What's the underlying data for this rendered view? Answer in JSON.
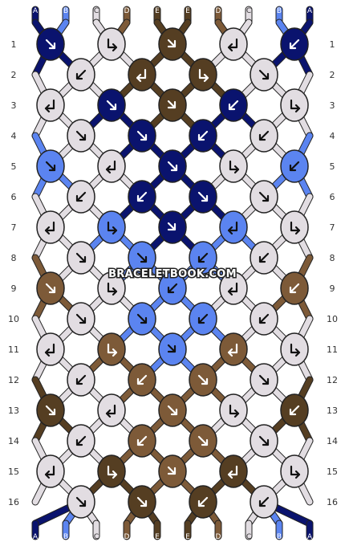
{
  "watermark": "BRACELETBOOK.COM",
  "colors": {
    "A": "#0a136e",
    "B": "#5b84f0",
    "C": "#e2dde2",
    "D": "#7d5a38",
    "E": "#553e22"
  },
  "strands_top": [
    "A",
    "B",
    "C",
    "D",
    "E",
    "E",
    "D",
    "C",
    "B",
    "A"
  ],
  "strands_bottom": [
    "A",
    "B",
    "C",
    "D",
    "E",
    "E",
    "D",
    "C",
    "B",
    "A"
  ],
  "row_labels": [
    "1",
    "2",
    "3",
    "4",
    "5",
    "6",
    "7",
    "8",
    "9",
    "10",
    "11",
    "12",
    "13",
    "14",
    "15",
    "16"
  ],
  "rows": [
    [
      {
        "c": "A",
        "d": "R"
      },
      {
        "c": "C",
        "d": "BR"
      },
      {
        "c": "E",
        "d": "RL"
      },
      {
        "c": "C",
        "d": "BL"
      },
      {
        "c": "A",
        "d": "L"
      }
    ],
    [
      {
        "c": "C",
        "d": "L"
      },
      {
        "c": "E",
        "d": "BL"
      },
      {
        "c": "E",
        "d": "BR"
      },
      {
        "c": "C",
        "d": "R"
      }
    ],
    [
      {
        "c": "C",
        "d": "BL"
      },
      {
        "c": "A",
        "d": "R"
      },
      {
        "c": "E",
        "d": "RL"
      },
      {
        "c": "A",
        "d": "L"
      },
      {
        "c": "C",
        "d": "BR"
      }
    ],
    [
      {
        "c": "C",
        "d": "R"
      },
      {
        "c": "A",
        "d": "R"
      },
      {
        "c": "A",
        "d": "L"
      },
      {
        "c": "C",
        "d": "L"
      }
    ],
    [
      {
        "c": "B",
        "d": "R"
      },
      {
        "c": "C",
        "d": "BL"
      },
      {
        "c": "A",
        "d": "R"
      },
      {
        "c": "C",
        "d": "BR"
      },
      {
        "c": "B",
        "d": "L"
      }
    ],
    [
      {
        "c": "C",
        "d": "L"
      },
      {
        "c": "A",
        "d": "L"
      },
      {
        "c": "A",
        "d": "R"
      },
      {
        "c": "C",
        "d": "R"
      }
    ],
    [
      {
        "c": "C",
        "d": "BL"
      },
      {
        "c": "B",
        "d": "BR"
      },
      {
        "c": "A",
        "d": "RL"
      },
      {
        "c": "B",
        "d": "BL"
      },
      {
        "c": "C",
        "d": "BR"
      }
    ],
    [
      {
        "c": "C",
        "d": "R"
      },
      {
        "c": "B",
        "d": "R"
      },
      {
        "c": "B",
        "d": "L"
      },
      {
        "c": "C",
        "d": "L"
      }
    ],
    [
      {
        "c": "D",
        "d": "R"
      },
      {
        "c": "C",
        "d": "BR"
      },
      {
        "c": "B",
        "d": "L"
      },
      {
        "c": "C",
        "d": "BL"
      },
      {
        "c": "D",
        "d": "L"
      }
    ],
    [
      {
        "c": "C",
        "d": "R"
      },
      {
        "c": "B",
        "d": "R"
      },
      {
        "c": "B",
        "d": "L"
      },
      {
        "c": "C",
        "d": "L"
      }
    ],
    [
      {
        "c": "C",
        "d": "BL"
      },
      {
        "c": "D",
        "d": "BR"
      },
      {
        "c": "B",
        "d": "RL"
      },
      {
        "c": "D",
        "d": "BL"
      },
      {
        "c": "C",
        "d": "BR"
      }
    ],
    [
      {
        "c": "C",
        "d": "L"
      },
      {
        "c": "D",
        "d": "L"
      },
      {
        "c": "D",
        "d": "R"
      },
      {
        "c": "C",
        "d": "R"
      }
    ],
    [
      {
        "c": "E",
        "d": "R"
      },
      {
        "c": "C",
        "d": "BL"
      },
      {
        "c": "D",
        "d": "R"
      },
      {
        "c": "C",
        "d": "BR"
      },
      {
        "c": "E",
        "d": "L"
      }
    ],
    [
      {
        "c": "C",
        "d": "L"
      },
      {
        "c": "D",
        "d": "L"
      },
      {
        "c": "D",
        "d": "R"
      },
      {
        "c": "C",
        "d": "R"
      }
    ],
    [
      {
        "c": "C",
        "d": "BL"
      },
      {
        "c": "E",
        "d": "BR"
      },
      {
        "c": "D",
        "d": "RL"
      },
      {
        "c": "E",
        "d": "BL"
      },
      {
        "c": "C",
        "d": "BR"
      }
    ],
    [
      {
        "c": "C",
        "d": "R"
      },
      {
        "c": "E",
        "d": "R"
      },
      {
        "c": "E",
        "d": "L"
      },
      {
        "c": "C",
        "d": "L"
      }
    ]
  ]
}
